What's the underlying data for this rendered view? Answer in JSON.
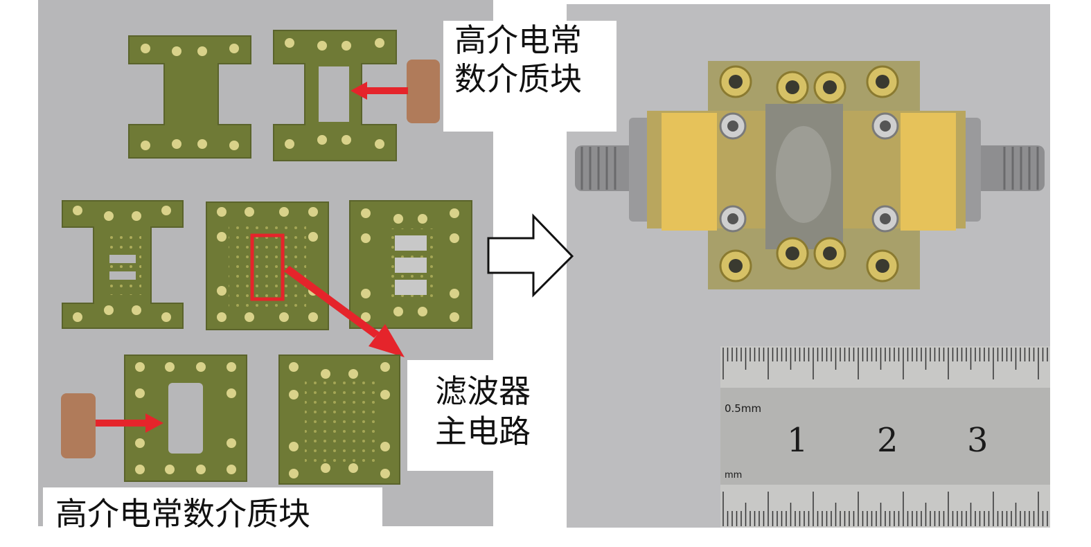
{
  "left_photo": {
    "top_label_lines": [
      "高介电常",
      "数介质块"
    ],
    "middle_label_lines": [
      "滤波器",
      "主电路"
    ],
    "bottom_label": "高介电常数介质块"
  },
  "ruler": {
    "unit_top": "0.5mm",
    "unit_bottom": "mm",
    "numbers": [
      "1",
      "2",
      "3"
    ]
  },
  "colors": {
    "pcb_green": "#6f7a36",
    "dielectric_block": "#b07b5a",
    "arrow_red": "#e5242b",
    "gold": "#d9b64a",
    "panel_gray": "#b7b7b9"
  }
}
